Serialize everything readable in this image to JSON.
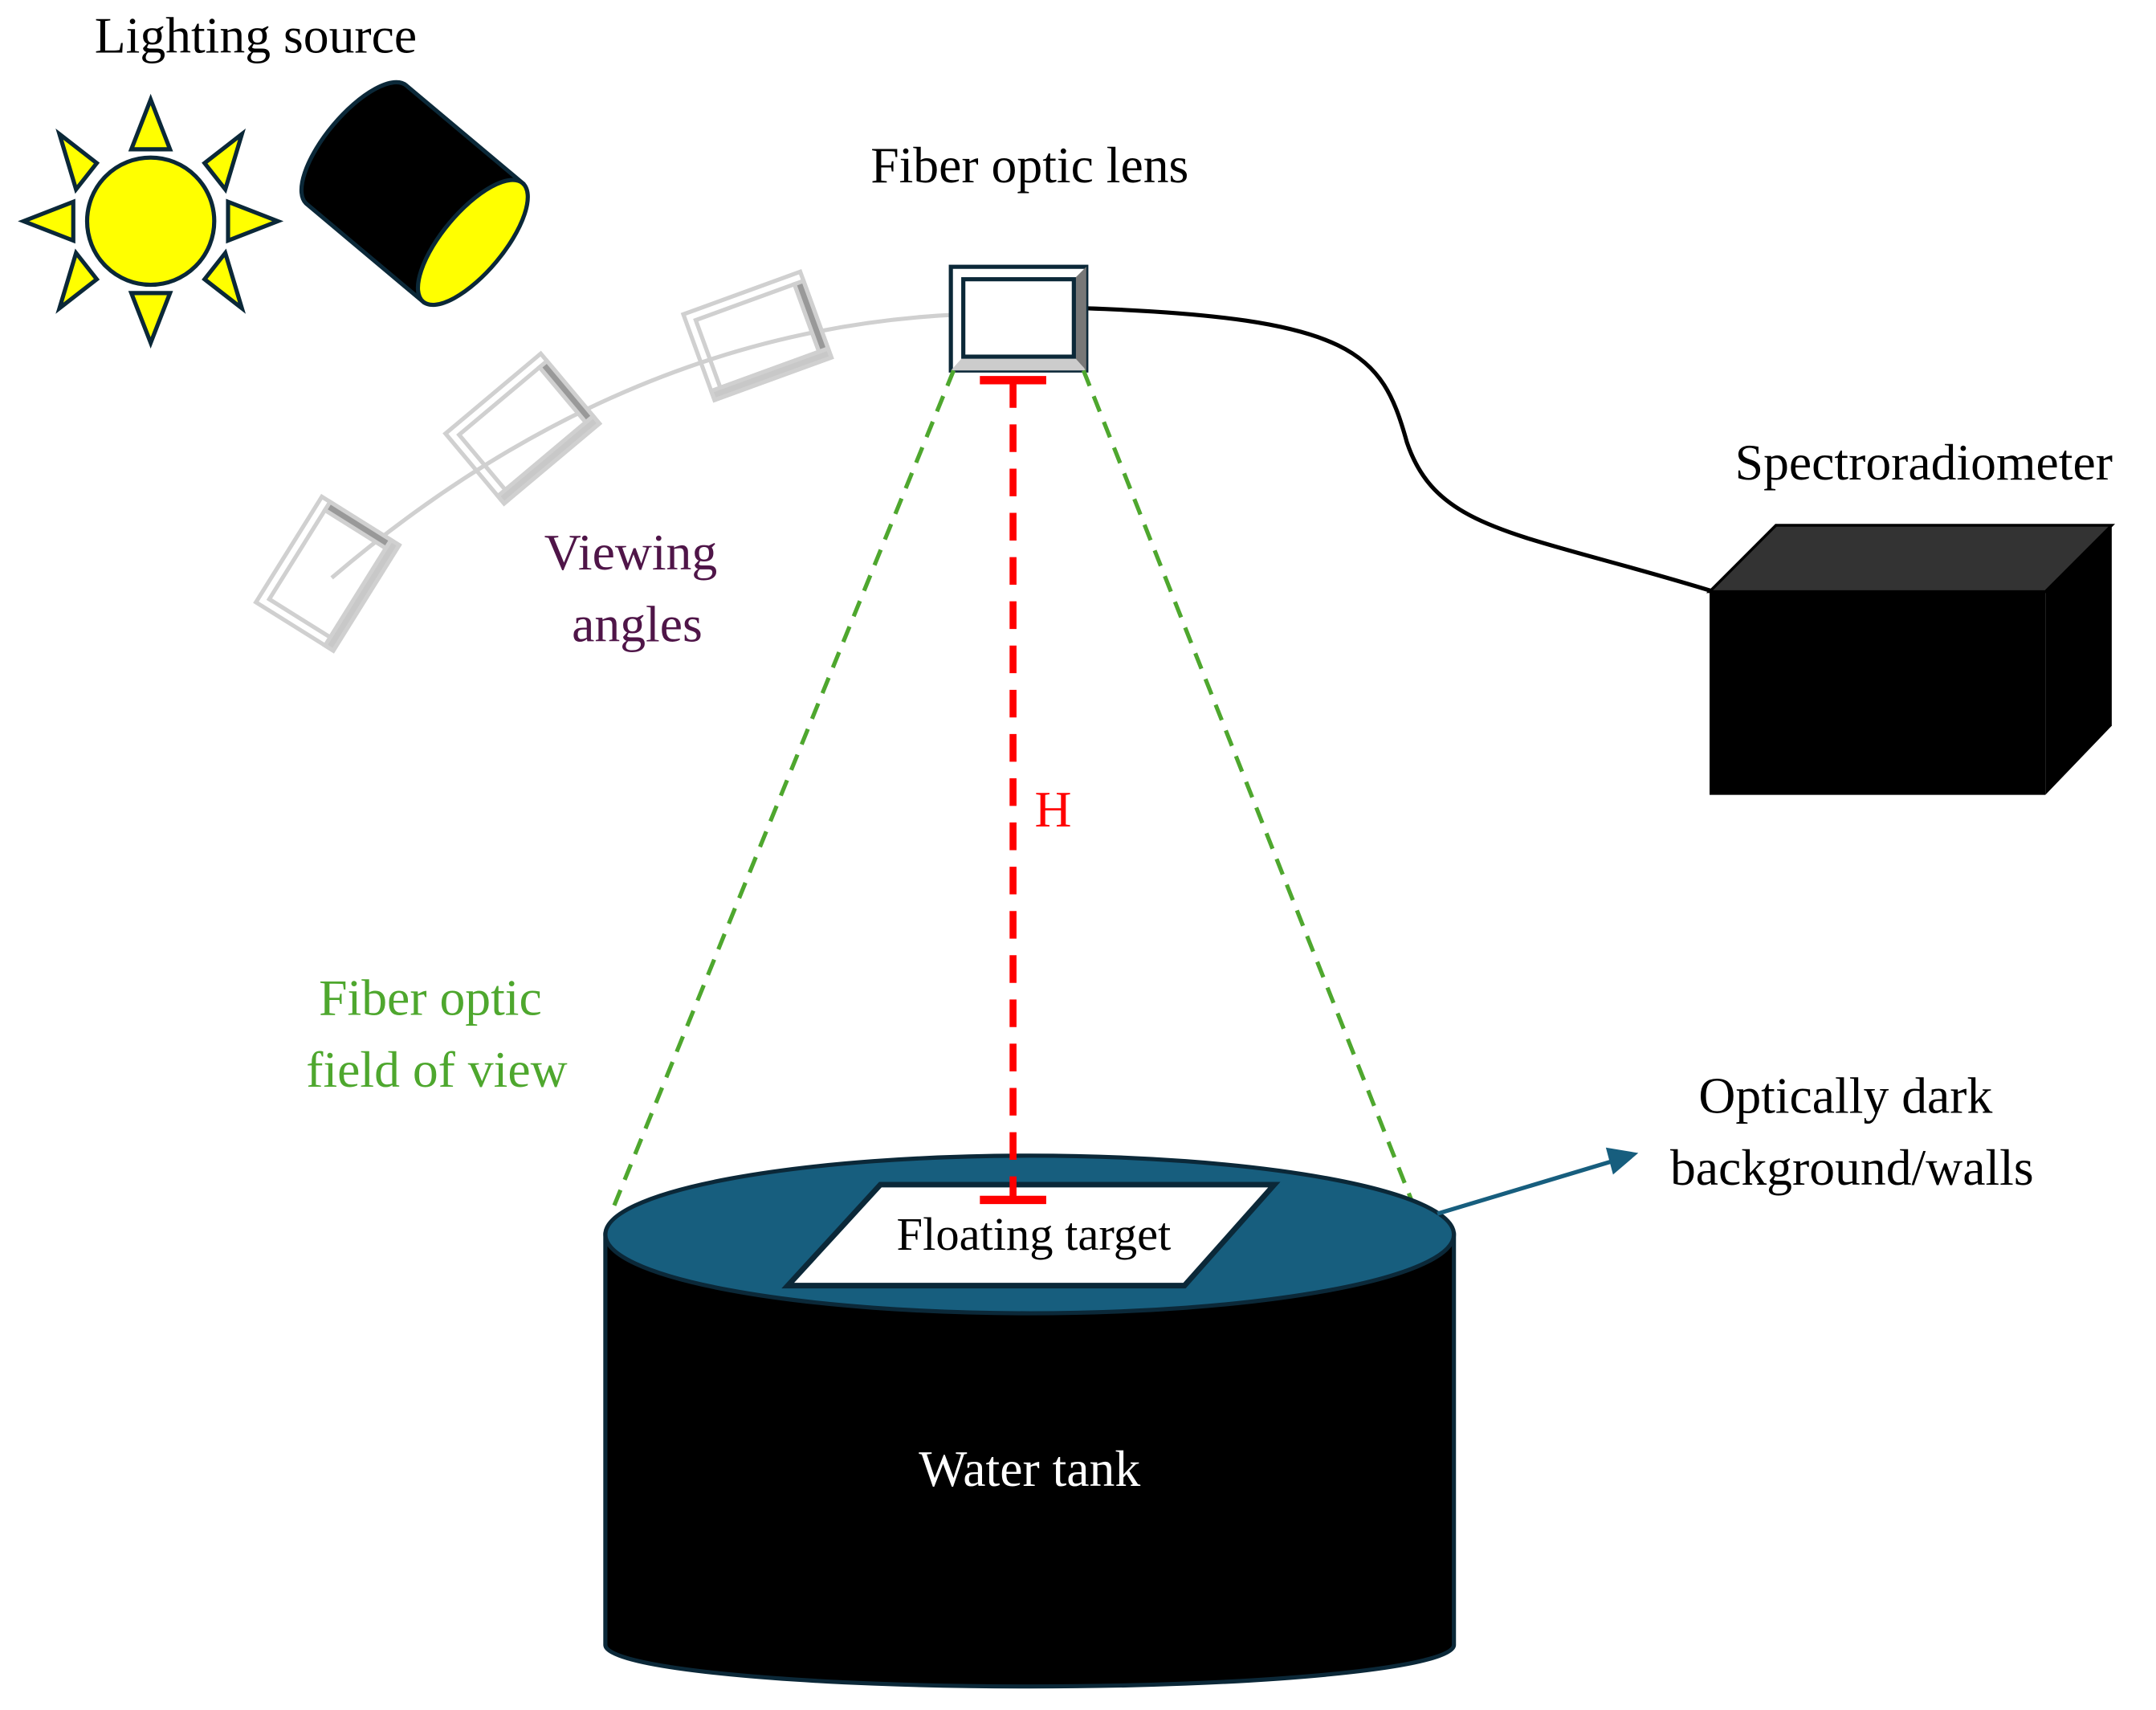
{
  "labels": {
    "lighting_source": "Lighting source",
    "fiber_optic_lens": "Fiber optic lens",
    "spectroradiometer": "Spectroradiometer",
    "viewing_angles": [
      "Viewing",
      "angles"
    ],
    "height": "H",
    "field_of_view": [
      "Fiber optic",
      "field of view"
    ],
    "dark_background": [
      "Optically dark",
      "background/walls"
    ],
    "floating_target": "Floating target",
    "water_tank": "Water tank"
  },
  "colors": {
    "sun": "#ffff00",
    "outline": "#0b2838",
    "field_of_view": "#4ea72e",
    "height_marker": "#ff0000",
    "water": "#175e7e",
    "viewing_angles_text": "#4f1548",
    "ghost_sensor": "#d0d0d0"
  }
}
